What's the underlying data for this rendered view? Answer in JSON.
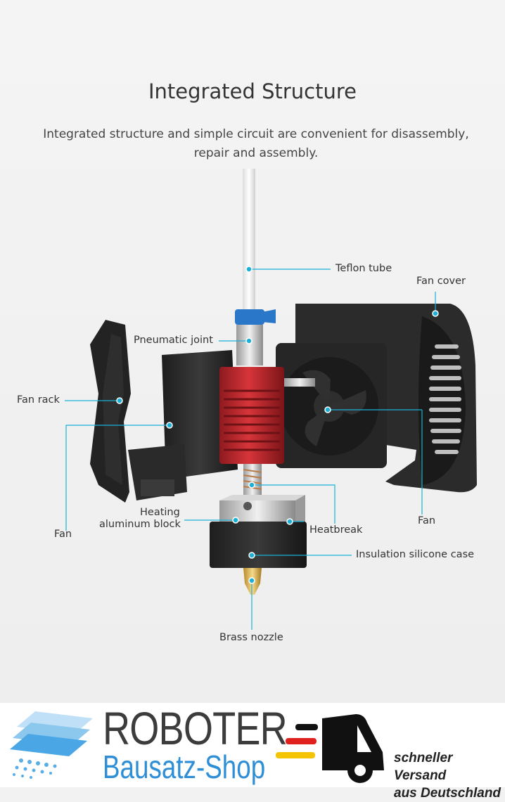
{
  "header": {
    "title": "Integrated Structure",
    "subtitle_line1": "Integrated structure and simple circuit are convenient for disassembly,",
    "subtitle_line2": "repair and assembly."
  },
  "labels": {
    "teflon_tube": "Teflon tube",
    "fan_cover": "Fan cover",
    "pneumatic_joint": "Pneumatic joint",
    "fan_rack": "Fan rack",
    "fan_left": "Fan",
    "fan_right": "Fan",
    "heating_line1": "Heating",
    "heating_line2": "aluminum block",
    "heatbreak": "Heatbreak",
    "insulation": "Insulation silicone case",
    "brass_nozzle": "Brass nozzle"
  },
  "banner": {
    "brand_top": "ROBOTER",
    "brand_bottom": "Bausatz-Shop",
    "shipping_line1": "schneller Versand",
    "shipping_line2": "aus Deutschland"
  },
  "colors": {
    "accent": "#1ab0d8",
    "brand_blue": "#2e8fd6",
    "hotend_red": "#c0262b"
  }
}
